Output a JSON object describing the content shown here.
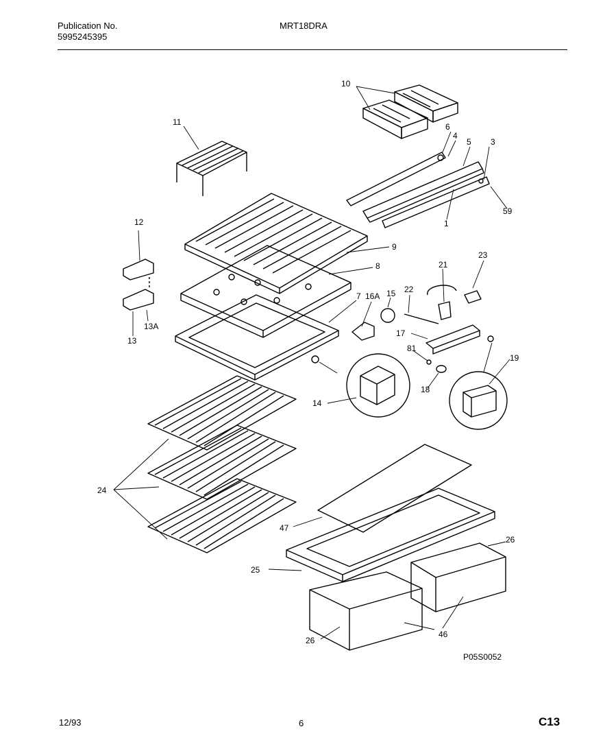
{
  "header": {
    "publication_label": "Publication No.",
    "publication_number": "5995245395",
    "model": "MRT18DRA"
  },
  "footer": {
    "date": "12/93",
    "page_number": "6",
    "section": "C13"
  },
  "diagram_code": "P05S0052",
  "callouts": {
    "c1": "1",
    "c3": "3",
    "c4": "4",
    "c5": "5",
    "c6": "6",
    "c7": "7",
    "c8": "8",
    "c9": "9",
    "c10": "10",
    "c11": "11",
    "c12": "12",
    "c13": "13",
    "c13a": "13A",
    "c14": "14",
    "c15": "15",
    "c16a": "16A",
    "c17": "17",
    "c18": "18",
    "c19": "19",
    "c21": "21",
    "c22": "22",
    "c23": "23",
    "c24": "24",
    "c25": "25",
    "c26a": "26",
    "c26b": "26",
    "c46": "46",
    "c47": "47",
    "c59": "59",
    "c81": "81"
  }
}
